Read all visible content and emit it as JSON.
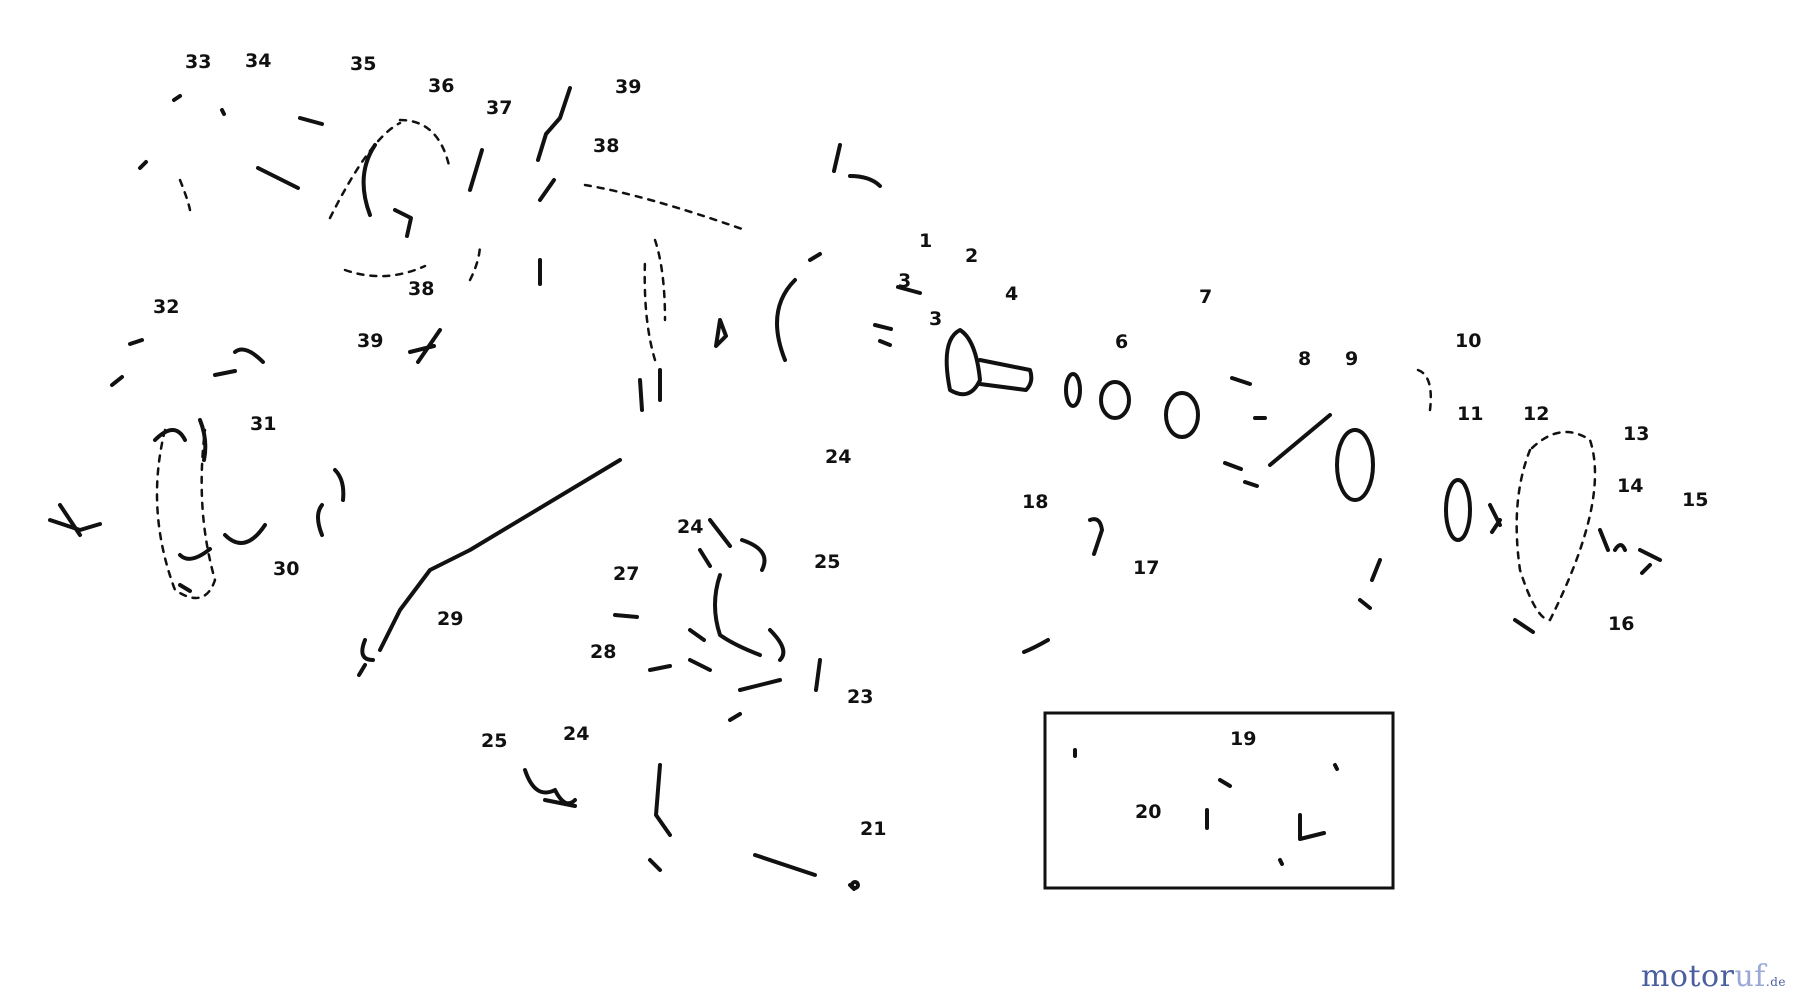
{
  "logo": {
    "name_main": "motor",
    "name_accent": "uf",
    "tld": ".de"
  },
  "labels": {
    "l1": "1",
    "l2": "2",
    "l3a": "3",
    "l3b": "3",
    "l4": "4",
    "l6": "6",
    "l7": "7",
    "l8": "8",
    "l9": "9",
    "l10": "10",
    "l11": "11",
    "l12": "12",
    "l13": "13",
    "l14": "14",
    "l15": "15",
    "l16": "16",
    "l17": "17",
    "l18": "18",
    "l19": "19",
    "l20": "20",
    "l21": "21",
    "l23": "23",
    "l24a": "24",
    "l24b": "24",
    "l24c": "24",
    "l25a": "25",
    "l25b": "25",
    "l27": "27",
    "l28": "28",
    "l29": "29",
    "l30": "30",
    "l31": "31",
    "l32": "32",
    "l33": "33",
    "l34": "34",
    "l35": "35",
    "l36": "36",
    "l37": "37",
    "l38a": "38",
    "l38b": "38",
    "l39a": "39",
    "l39b": "39"
  }
}
